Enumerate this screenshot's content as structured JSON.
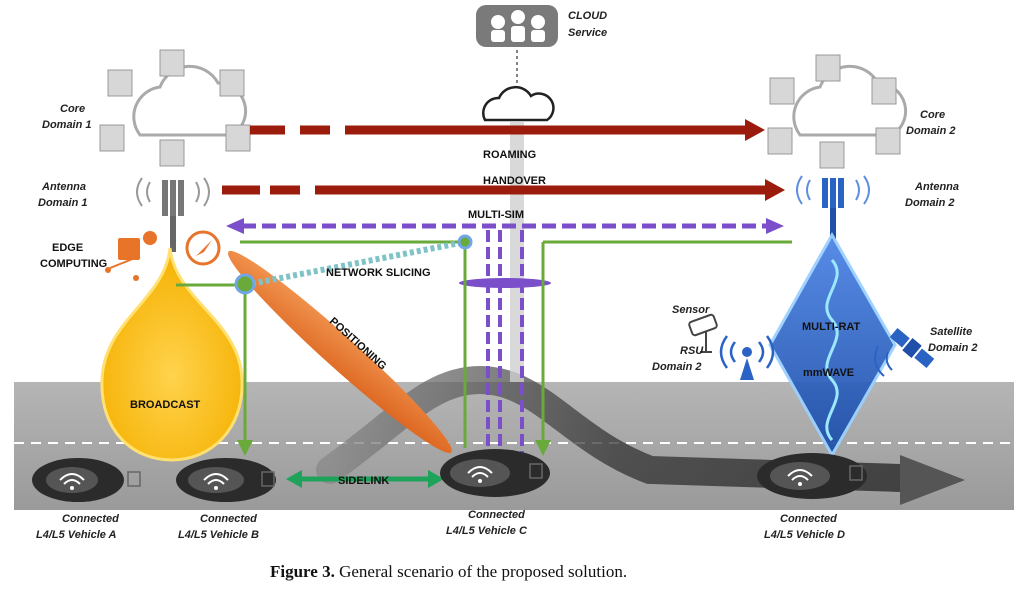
{
  "cloud": {
    "line1": "CLOUD",
    "line2": "Service"
  },
  "core1": {
    "line1": "Core",
    "line2": "Domain 1"
  },
  "core2": {
    "line1": "Core",
    "line2": "Domain 2"
  },
  "antenna1": {
    "line1": "Antenna",
    "line2": "Domain 1"
  },
  "antenna2": {
    "line1": "Antenna",
    "line2": "Domain 2"
  },
  "edge": {
    "line1": "EDGE",
    "line2": "COMPUTING"
  },
  "links": {
    "roaming": "ROAMING",
    "handover": "HANDOVER",
    "multisim": "MULTI-SIM",
    "slicing": "NETWORK SLICING",
    "positioning": "POSITIONING",
    "broadcast": "BROADCAST",
    "sidelink": "SIDELINK",
    "multirat": "MULTI-RAT",
    "mmwave": "mmWAVE"
  },
  "sensor": "Sensor",
  "rsu": {
    "line1": "RSU",
    "line2": "Domain 2"
  },
  "satellite": {
    "line1": "Satellite",
    "line2": "Domain 2"
  },
  "vehicles": [
    {
      "line1": "Connected",
      "line2": "L4/L5 Vehicle A"
    },
    {
      "line1": "Connected",
      "line2": "L4/L5 Vehicle B"
    },
    {
      "line1": "Connected",
      "line2": "L4/L5 Vehicle C"
    },
    {
      "line1": "Connected",
      "line2": "L4/L5 Vehicle D"
    }
  ],
  "caption": {
    "label": "Figure 3.",
    "text": " General scenario of the proposed solution."
  },
  "colors": {
    "red": "#9b1c0c",
    "purple": "#7a4fc9",
    "green": "#6aaa3a",
    "yellow": "#f5b800",
    "orange": "#e8742a",
    "blue": "#2a63c4",
    "road": "#a8a8a8"
  }
}
